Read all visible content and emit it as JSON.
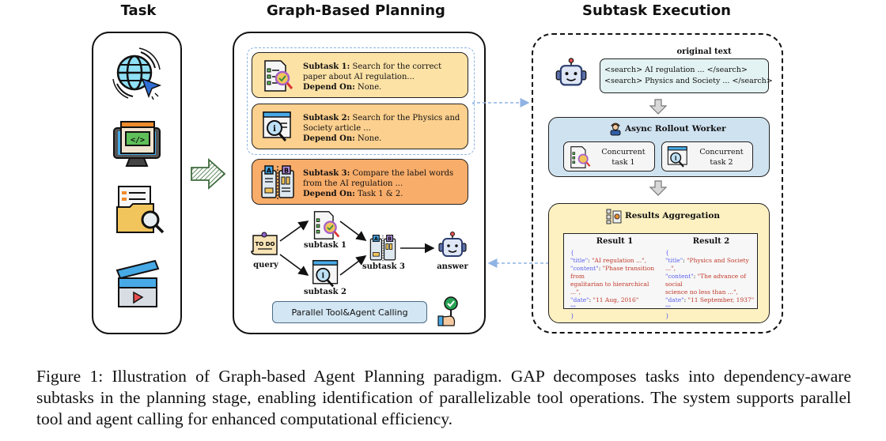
{
  "sections": {
    "task_title": "Task",
    "planning_title": "Graph-Based Planning",
    "execution_title": "Subtask Execution"
  },
  "task_icons": [
    "globe-cursor-icon",
    "code-monitor-icon",
    "folder-search-icon",
    "clapperboard-icon"
  ],
  "planning": {
    "subtasks": [
      {
        "label": "Subtask 1:",
        "text": "Search for the correct paper about AI regulation...",
        "line1": "Search for the correct paper",
        "line2": "about AI regulation...",
        "depend_label": "Depend On:",
        "depend": "None.",
        "color": "#fde2a6"
      },
      {
        "label": "Subtask 2:",
        "text": "Search for the Physics and Society article ...",
        "line1": "Search for the Physics and",
        "line2": "Society article ...",
        "depend_label": "Depend On:",
        "depend": "None.",
        "color": "#fcd08e"
      },
      {
        "label": "Subtask 3:",
        "text": "Compare the label words from the AI regulation ...",
        "line1": "Compare the label words",
        "line2": "from the AI regulation ...",
        "depend_label": "Depend On:",
        "depend": "Task 1 & 2.",
        "color": "#f9ad6a"
      }
    ],
    "graph": {
      "nodes": {
        "query": "query",
        "subtask1": "subtask 1",
        "subtask2": "subtask 2",
        "subtask3": "subtask 3",
        "answer": "answer"
      },
      "edges": [
        [
          "query",
          "subtask1"
        ],
        [
          "query",
          "subtask2"
        ],
        [
          "subtask1",
          "subtask3"
        ],
        [
          "subtask2",
          "subtask3"
        ],
        [
          "subtask3",
          "answer"
        ]
      ],
      "todo_text": "TO DO"
    },
    "parallel_button": "Parallel Tool&Agent Calling"
  },
  "execution": {
    "original_text_label": "original text",
    "search_lines": [
      "<search> AI regulation ... </search>",
      "<search> Physics and Society ... </search>"
    ],
    "worker_title": "Async Rollout Worker",
    "concurrent_tasks": [
      {
        "line1": "Concurrent",
        "line2": "task 1"
      },
      {
        "line1": "Concurrent",
        "line2": "task 2"
      }
    ],
    "aggregation_title": "Results Aggregation",
    "results": [
      {
        "title": "Result 1",
        "open": "{",
        "title_key": "\"title\"",
        "title_val": "\"AI regulation ...\",",
        "content_key": "\"content\"",
        "content_val1": "\"Phase transition from",
        "content_val2": "egalitarian to hierarchical ...\",",
        "date_key": "\"date\"",
        "date_val": "\"11 Aug, 2016\"",
        "ellipsis": "\"\"",
        "close": "}"
      },
      {
        "title": "Result 2",
        "open": "{",
        "title_key": "\"title\"",
        "title_val": "\"Physics and Society ...\",",
        "content_key": "\"content\"",
        "content_val1": "\"The advance of social",
        "content_val2": "science no less than ...\",",
        "date_key": "\"date\"",
        "date_val": "\"11 September, 1937\"",
        "ellipsis": "\"\"",
        "close": "}"
      }
    ]
  },
  "caption": "Figure 1: Illustration of Graph-based Agent Planning paradigm. GAP decomposes tasks into dependency-aware subtasks in the planning stage, enabling identification of parallelizable tool operations. The system supports parallel tool and agent calling for enhanced computational efficiency.",
  "colors": {
    "subtask1_bg": "#fde2a6",
    "subtask2_bg": "#fcd08e",
    "subtask3_bg": "#f9ad6a",
    "worker_bg": "#cfe2f0",
    "aggregation_bg": "#fdf1c2",
    "search_box_bg": "#e3f2f2",
    "parallel_bg": "#d3e6f3",
    "dashed_link": "#8fb3e3",
    "arrow_green": "#4f7d4f"
  }
}
